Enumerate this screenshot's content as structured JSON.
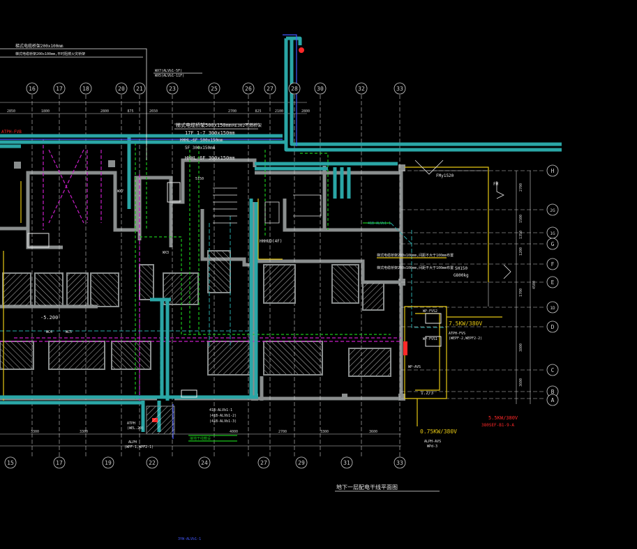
{
  "drawing": {
    "title": "地下一层配电干线平面图",
    "bottom_tag": "3YW-ALVb1-1"
  },
  "grid": {
    "top_labels": [
      "16",
      "17",
      "18",
      "20",
      "21",
      "23",
      "25",
      "26",
      "27",
      "28",
      "30",
      "32",
      "33"
    ],
    "bottom_labels": [
      "15",
      "17",
      "19",
      "22",
      "24",
      "27",
      "29",
      "31",
      "33"
    ],
    "right_labels": [
      "H",
      "2G",
      "1G",
      "G",
      "F",
      "E",
      "1D",
      "D",
      "C",
      "B",
      "A"
    ],
    "top_dims": [
      "2850",
      "1800",
      "2800",
      "875",
      "2650",
      "2700",
      "825",
      "2100",
      "2800"
    ],
    "bottom_dims": [
      "3300",
      "3300",
      "4000",
      "2700",
      "3300",
      "3600"
    ],
    "right_dims": [
      "2700",
      "1500",
      "1350",
      "1200",
      "1700",
      "4500",
      "3800",
      "3600"
    ]
  },
  "notes": {
    "n1": "梯式电缆桥架200x100mm",
    "n2": "梯式电缆桥架200x100mm,平时阻燃火灾桥架",
    "n3": "WX7(ALVb1-5F)",
    "n4": "WX5(ALVb1-11F)",
    "n5": "梯式电缆桥架500x150mm",
    "n6": "RE302不燃桥架",
    "n7": "17F 1-7 300x150mm",
    "n8": "HHHL-6F 500x150mm",
    "n9": "5F 300x150mm",
    "n10": "HHHL-6F 300x150mm",
    "n11": "ATPH-FVB",
    "n12": "FMy1520",
    "n13": "FM",
    "n14": "梯式电缆桥架200x100mm,间距不大于100mm布置",
    "n15": "梯式电缆桥架200x100mm,间距不大于100mm布置",
    "n16": "SH150",
    "n17": "G800kg",
    "n18": "WP-FVS2",
    "n19": "7.5KW/380V",
    "n20": "ATPH-FVS",
    "n21": "(WEPF-2,WEPF2-2)",
    "n22": "WP-FVS1",
    "n23": "5.5KW/380V",
    "n24": "380SEF-B1-9-A",
    "n25": "0.75KW/380V",
    "n26": "ALPH-AVS",
    "n27": "WPd-3",
    "n28": "41B-ALVb1-1",
    "n29": "(41B-ALVb1-2)",
    "n30": "(41B-ALVb1-3)",
    "n31": "-5.200",
    "n32": "WC4",
    "n33": "WC5",
    "n34": "WX3",
    "n35": "WX7",
    "n36": "ATPH",
    "n37": "(WEL.20)",
    "n38": "ALPH",
    "n39": "(WPF-1,WPF2-1)",
    "n40": "接地干线敷设",
    "n41": "5150",
    "n42": "HHHUD(4F)",
    "n43": "41B-ALVb1-1",
    "n44": "WP-AVS",
    "n45": "1.2/3"
  },
  "colors": {
    "background": "#000000",
    "tray": "#2aa6a6",
    "wall": "#8a8e8e",
    "grid_line": "#d0d0d0",
    "green": "#19c419",
    "magenta": "#c81ec8",
    "yellow": "#e6c814",
    "red": "#ff2828",
    "blue": "#4458ff",
    "white": "#e8e8e8"
  }
}
